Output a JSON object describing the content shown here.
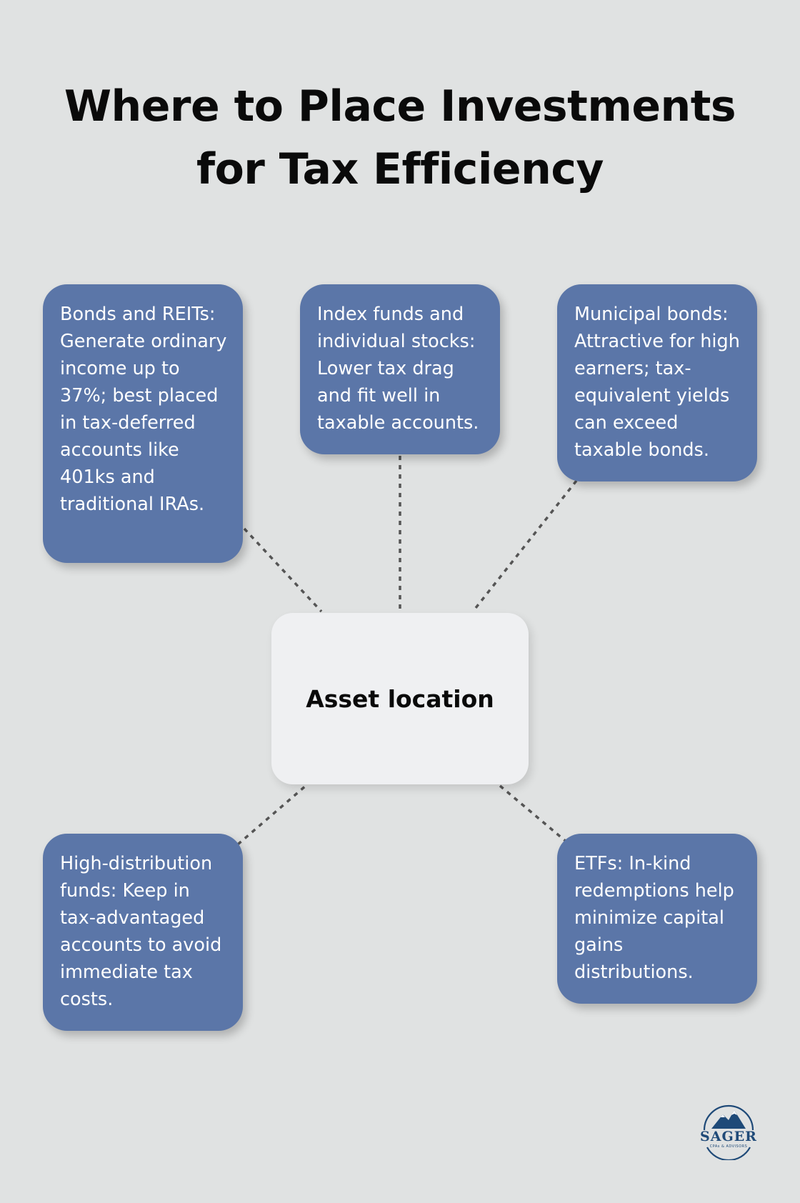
{
  "title": {
    "line1": "Where to Place Investments",
    "line2": "for Tax Efficiency"
  },
  "center": {
    "label": "Asset location"
  },
  "cards": {
    "bonds_reits": "Bonds and REITs: Generate ordinary income up to 37%; best placed in tax-deferred accounts like 401ks and traditional IRAs.",
    "index_funds": "Index funds and individual stocks: Lower tax drag and fit well in taxable accounts.",
    "municipal_bonds": "Municipal bonds: Attractive for high earners; tax-equivalent yields can exceed taxable bonds.",
    "high_distribution": "High-distribution funds: Keep in tax-advantaged accounts to avoid immediate tax costs.",
    "etfs": "ETFs: In-kind redemptions help minimize capital gains distributions."
  },
  "logo": {
    "icon": "mountain-icon",
    "name": "SAGER",
    "tagline": "CPAs & ADVISORS"
  },
  "colors": {
    "background": "#e0e2e2",
    "card": "#5b76a8",
    "center_box": "#eff0f2",
    "connector": "#555555",
    "logo": "#1f4a78"
  }
}
